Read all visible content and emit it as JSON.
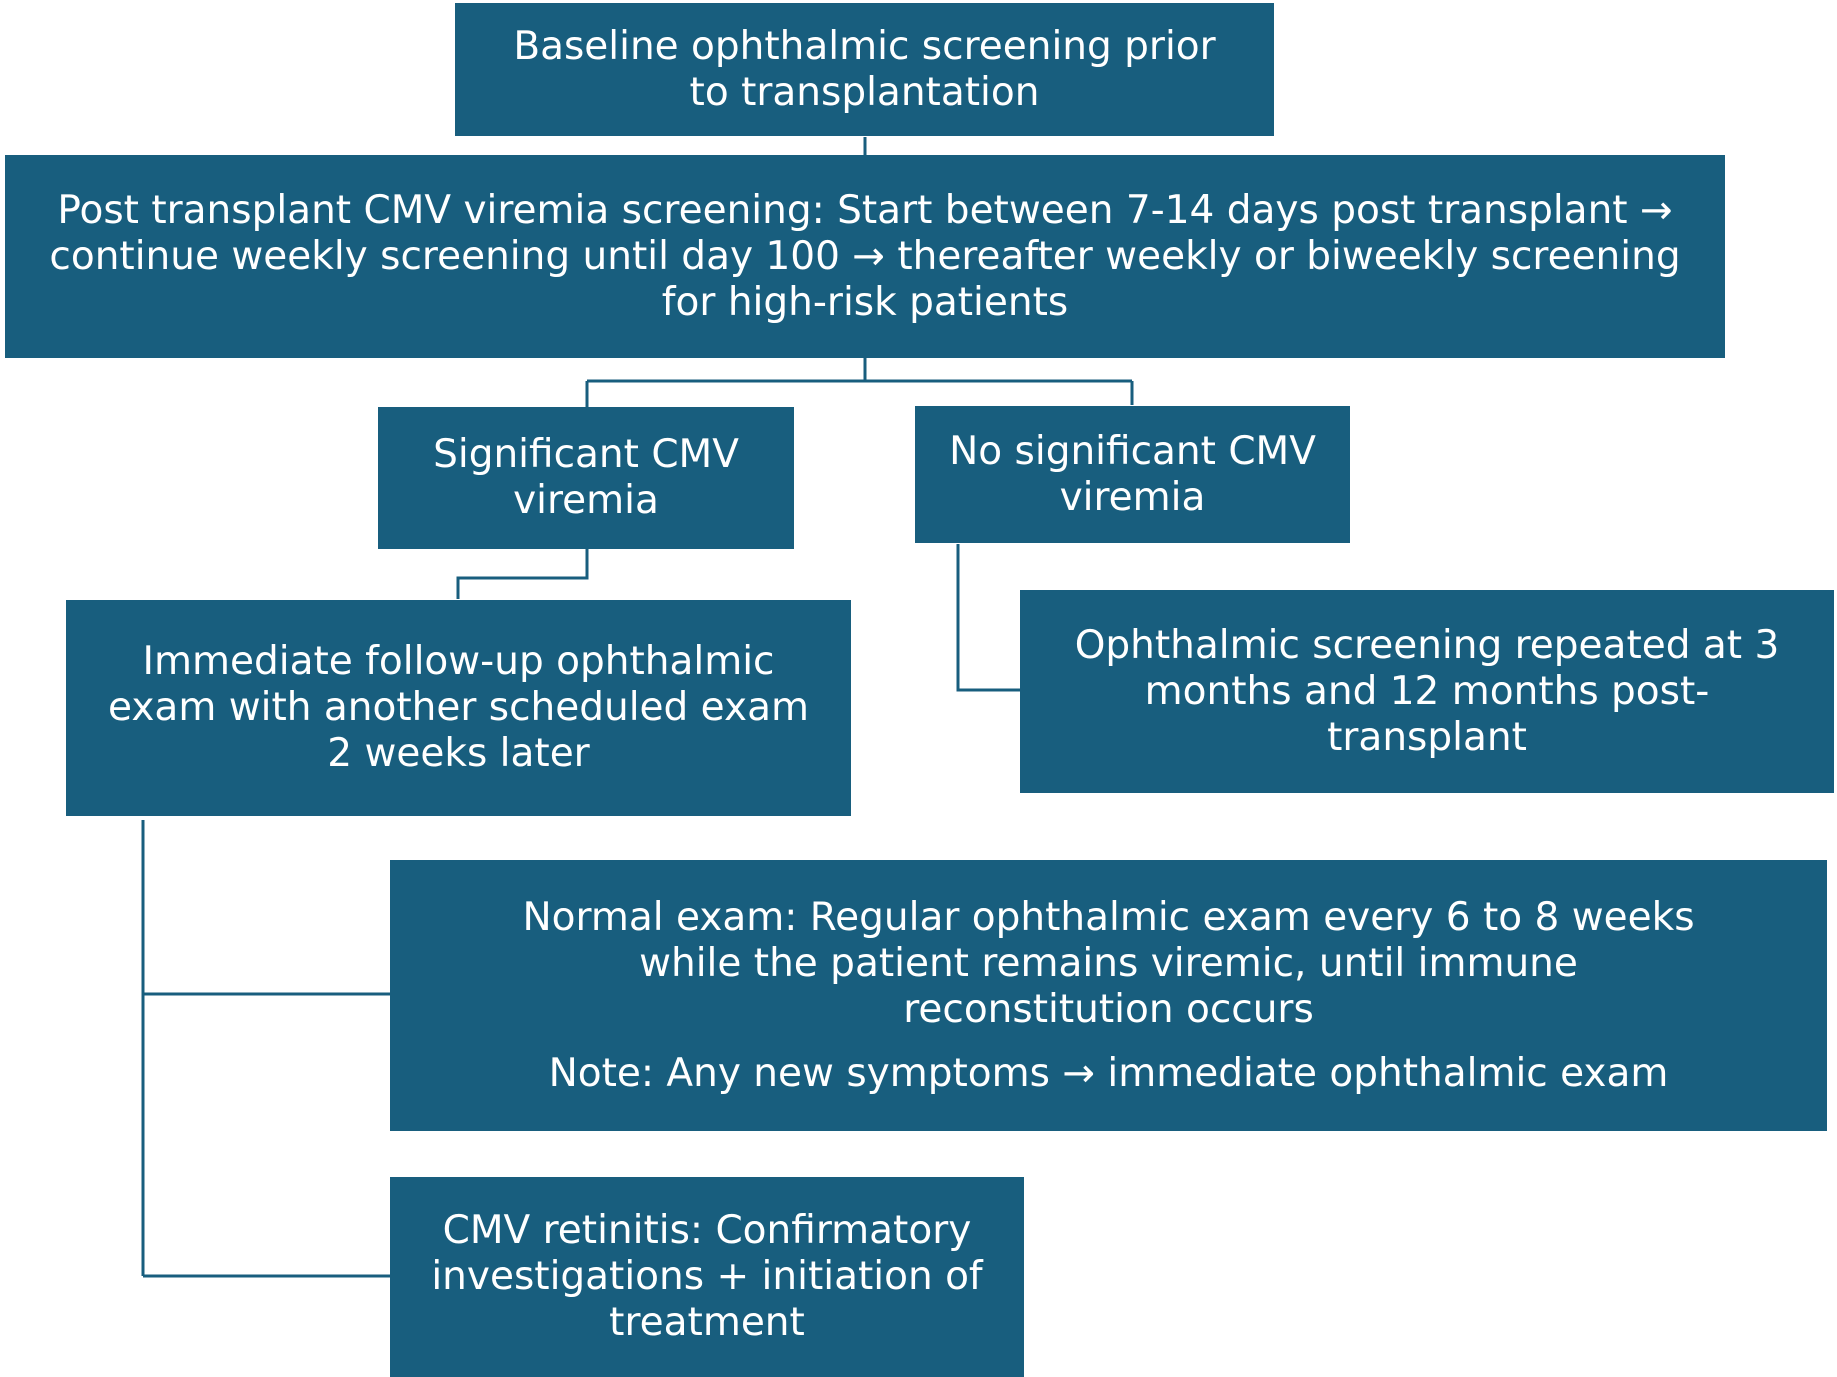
{
  "colors": {
    "box_fill": "#185E7E",
    "box_text": "#FFFFFF",
    "connector": "#185E7E",
    "background": "#FFFFFF"
  },
  "flowchart": {
    "baseline": "Baseline ophthalmic screening prior to transplantation",
    "post_transplant": "Post transplant CMV viremia screening: Start between 7-14 days post transplant → continue weekly screening until day 100 → thereafter weekly or biweekly screening for high-risk patients",
    "significant": "Significant CMV viremia",
    "no_significant": "No significant CMV viremia",
    "immediate_followup": "Immediate follow-up ophthalmic exam with another scheduled exam 2 weeks later",
    "repeat_screening": "Ophthalmic screening repeated at 3 months and 12 months post-transplant",
    "normal_exam": "Normal exam: Regular ophthalmic exam every 6 to 8 weeks while the patient remains viremic, until immune reconstitution occurs",
    "normal_exam_note": "Note: Any new symptoms → immediate ophthalmic exam",
    "retinitis": "CMV retinitis: Confirmatory investigations + initiation of treatment"
  }
}
